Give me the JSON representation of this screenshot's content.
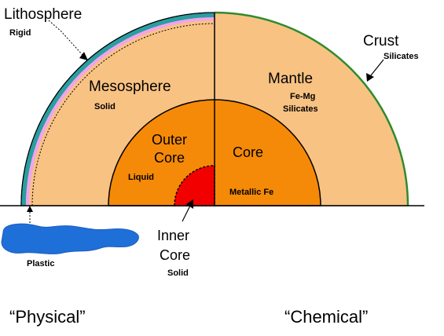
{
  "labels": {
    "lithosphere": "Lithosphere",
    "rigid": "Rigid",
    "crust": "Crust",
    "silicates_crust": "Silicates",
    "mesosphere": "Mesosphere",
    "solid_meso": "Solid",
    "mantle": "Mantle",
    "fe_mg": "Fe-Mg",
    "silicates_mantle": "Silicates",
    "outer": "Outer",
    "core_outer": "Core",
    "liquid": "Liquid",
    "core": "Core",
    "metallic_fe": "Metallic Fe",
    "inner": "Inner",
    "core_inner": "Core",
    "solid_inner": "Solid",
    "plastic": "Plastic",
    "physical": "“Physical”",
    "chemical": "“Chemical”"
  },
  "colors": {
    "mantle": "#f8c283",
    "core": "#f58a08",
    "inner_core": "#f20000",
    "lithosphere": "#2a9ea0",
    "asthenosphere": "#f1a3ee",
    "plastic_blob": "#1f6fd8",
    "crust_line": "#2e8b2e"
  }
}
